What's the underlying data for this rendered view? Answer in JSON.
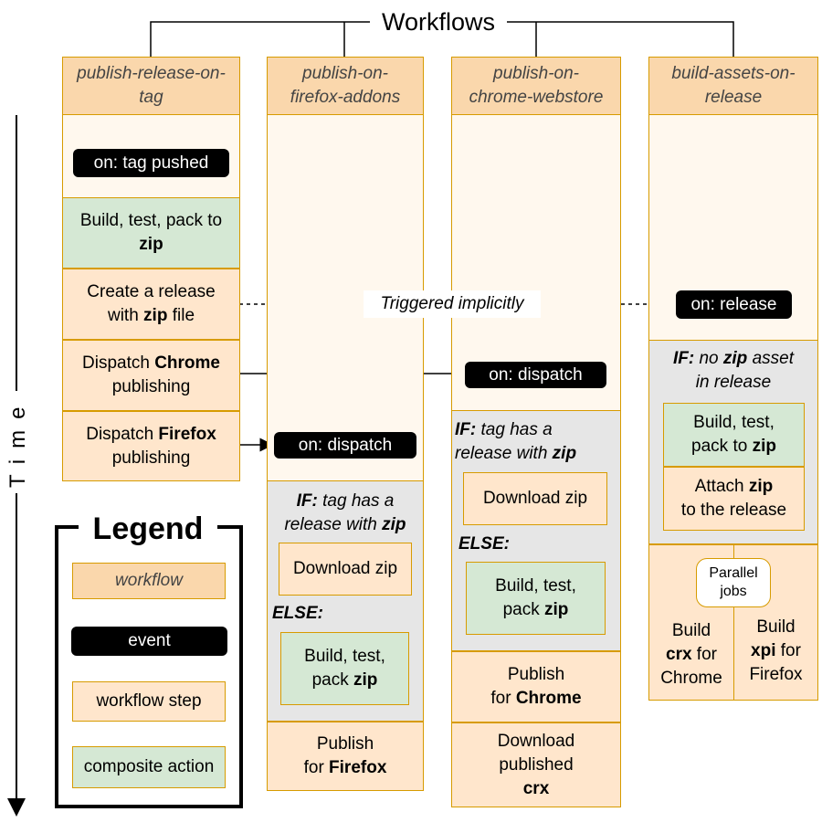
{
  "title": "Workflows",
  "time_label": "Time",
  "columns": {
    "c1": {
      "header": "publish-release-on-\ntag"
    },
    "c2": {
      "header": "publish-on-\nfirefox-addons"
    },
    "c3": {
      "header": "publish-on-\nchrome-webstore"
    },
    "c4": {
      "header": "build-assets-on-\nrelease"
    }
  },
  "c1": {
    "event": "on: tag pushed",
    "step1_a": "Build, test, pack to",
    "step1_b": "zip",
    "step2_a": "Create a release",
    "step2_b": "with ",
    "step2_c": "zip",
    "step2_d": " file",
    "step3_a": "Dispatch ",
    "step3_b": "Chrome",
    "step3_c": "publishing",
    "step4_a": "Dispatch ",
    "step4_b": "Firefox",
    "step4_c": "publishing"
  },
  "c2": {
    "event": "on: dispatch",
    "if_kw": "IF:",
    "if_a": " tag has a",
    "if_b": "release with ",
    "if_c": "zip",
    "download": "Download zip",
    "else_kw": "ELSE:",
    "build_a": "Build, test,",
    "build_b": "pack ",
    "build_c": "zip",
    "publish_a": "Publish",
    "publish_b": "for ",
    "publish_c": "Firefox"
  },
  "c3": {
    "event": "on: dispatch",
    "if_kw": "IF:",
    "if_a": " tag has a",
    "if_b": "release with ",
    "if_c": "zip",
    "download": "Download zip",
    "else_kw": "ELSE:",
    "build_a": "Build, test,",
    "build_b": "pack ",
    "build_c": "zip",
    "publish_a": "Publish",
    "publish_b": "for ",
    "publish_c": "Chrome",
    "dl_a": "Download",
    "dl_b": "published",
    "dl_c": "crx"
  },
  "c4": {
    "event": "on: release",
    "if_kw": "IF:",
    "if_a": " no ",
    "if_b": "zip",
    "if_c": " asset",
    "if_d": "in release",
    "build_a": "Build, test,",
    "build_b": "pack to ",
    "build_c": "zip",
    "attach_a": "Attach ",
    "attach_b": "zip",
    "attach_c": "to the release",
    "parallel": "Parallel\njobs",
    "crx_a": "Build",
    "crx_b": "crx",
    "crx_c": " for",
    "crx_d": "Chrome",
    "xpi_a": "Build",
    "xpi_b": "xpi",
    "xpi_c": " for",
    "xpi_d": "Firefox"
  },
  "implicit": "Triggered implicitly",
  "legend": {
    "title": "Legend",
    "workflow": "workflow",
    "event": "event",
    "step": "workflow step",
    "composite": "composite action"
  },
  "colors": {
    "workflow_header": "#fad7ac",
    "workflow_body": "#fff8ee",
    "step": "#ffe6cc",
    "composite": "#d5e8d4",
    "conditional": "#e6e6e6",
    "border": "#d79b00",
    "event": "#000000"
  }
}
